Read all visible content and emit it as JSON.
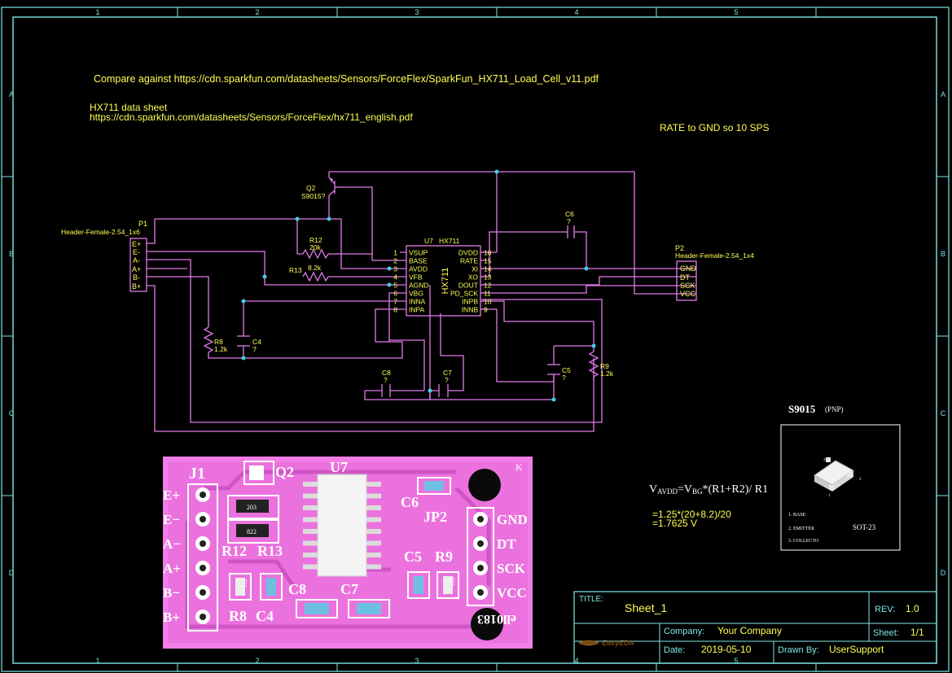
{
  "frame": {
    "columns": [
      "1",
      "2",
      "3",
      "4",
      "5"
    ],
    "rows": [
      "A",
      "B",
      "C",
      "D"
    ]
  },
  "notes": {
    "compare": "Compare against https://cdn.sparkfun.com/datasheets/Sensors/ForceFlex/SparkFun_HX711_Load_Cell_v11.pdf",
    "datasheet_title": "HX711 data sheet",
    "datasheet_url": "https://cdn.sparkfun.com/datasheets/Sensors/ForceFlex/hx711_english.pdf",
    "rate": "RATE to GND so 10 SPS"
  },
  "p1": {
    "ref": "P1",
    "footprint": "Header-Female-2.54_1x6",
    "pins": [
      "E+",
      "E-",
      "A-",
      "A+",
      "B-",
      "B+"
    ]
  },
  "p2": {
    "ref": "P2",
    "footprint": "Header-Female-2.54_1x4",
    "pins": [
      "GND",
      "DT",
      "SCK",
      "VCC"
    ]
  },
  "u7": {
    "ref": "U7",
    "part": "HX711",
    "body_label": "HX711",
    "left_pins": [
      {
        "num": "1",
        "name": "VSUP"
      },
      {
        "num": "2",
        "name": "BASE"
      },
      {
        "num": "3",
        "name": "AVDD"
      },
      {
        "num": "4",
        "name": "VFB"
      },
      {
        "num": "5",
        "name": "AGND"
      },
      {
        "num": "6",
        "name": "VBG"
      },
      {
        "num": "7",
        "name": "INNA"
      },
      {
        "num": "8",
        "name": "INPA"
      }
    ],
    "right_pins": [
      {
        "num": "16",
        "name": "DVDD"
      },
      {
        "num": "15",
        "name": "RATE"
      },
      {
        "num": "14",
        "name": "XI"
      },
      {
        "num": "13",
        "name": "XO"
      },
      {
        "num": "12",
        "name": "DOUT"
      },
      {
        "num": "11",
        "name": "PD_SCK"
      },
      {
        "num": "10",
        "name": "INPB"
      },
      {
        "num": "9",
        "name": "INNB"
      }
    ]
  },
  "q2": {
    "ref": "Q2",
    "value": "S9015?"
  },
  "r12": {
    "ref": "R12",
    "value": "20k"
  },
  "r13": {
    "ref": "R13",
    "value": "8.2k"
  },
  "r8": {
    "ref": "R8",
    "value": "1.2k"
  },
  "r9": {
    "ref": "R9",
    "value": "1.2k"
  },
  "c4": {
    "ref": "C4",
    "value": "?"
  },
  "c5": {
    "ref": "C5",
    "value": "?"
  },
  "c6": {
    "ref": "C6",
    "value": "?"
  },
  "c7": {
    "ref": "C7",
    "value": "?"
  },
  "c8": {
    "ref": "C8",
    "value": "?"
  },
  "pcb_photo": {
    "labels": {
      "j1": "J1",
      "q2": "Q2",
      "u7": "U7",
      "c6": "C6",
      "jp2": "JP2",
      "k": "K",
      "r12": "R12",
      "r13": "R13",
      "c5": "C5",
      "r9": "R9",
      "r8": "R8",
      "c4": "C4",
      "c8": "C8",
      "c7": "C7"
    },
    "left_pins": [
      "E+",
      "E−",
      "A−",
      "A+",
      "B−",
      "B+"
    ],
    "right_pins": [
      "GND",
      "DT",
      "SCK",
      "VCC"
    ],
    "chip_marks": [
      "203",
      "822"
    ],
    "resistor_marks": [
      "122",
      "122"
    ],
    "bottom_text": "ell0183"
  },
  "transistor_ref": {
    "title": "S9015",
    "subtitle": "(PNP)",
    "pins": [
      "1. BASE",
      "2. EMITTER",
      "3. COLLECTO"
    ],
    "package": "SOT-23",
    "pin_numbers": [
      "3",
      "2",
      "1"
    ]
  },
  "formula": {
    "line1_a": "V",
    "line1_sub1": "AVDD",
    "line1_b": "=V",
    "line1_sub2": "BG",
    "line1_c": "*(R1+R2)/ R1",
    "line2": "=1.25*(20+8.2)/20",
    "line3": "=1.7625 V"
  },
  "title_block": {
    "title_label": "TITLE:",
    "title": "Sheet_1",
    "rev_label": "REV:",
    "rev": "1.0",
    "company_label": "Company:",
    "company": "Your Company",
    "sheet_label": "Sheet:",
    "sheet": "1/1",
    "date_label": "Date:",
    "date": "2019-05-10",
    "drawn_label": "Drawn By:",
    "drawn": "UserSupport",
    "logo": "EasyEDA"
  },
  "colors": {
    "background": "#000000",
    "frame": "#7fe6e6",
    "wire": "#e07ae8",
    "text": "#ffff55",
    "junction": "#3fd0e8",
    "pcb": "#f07ee6"
  }
}
